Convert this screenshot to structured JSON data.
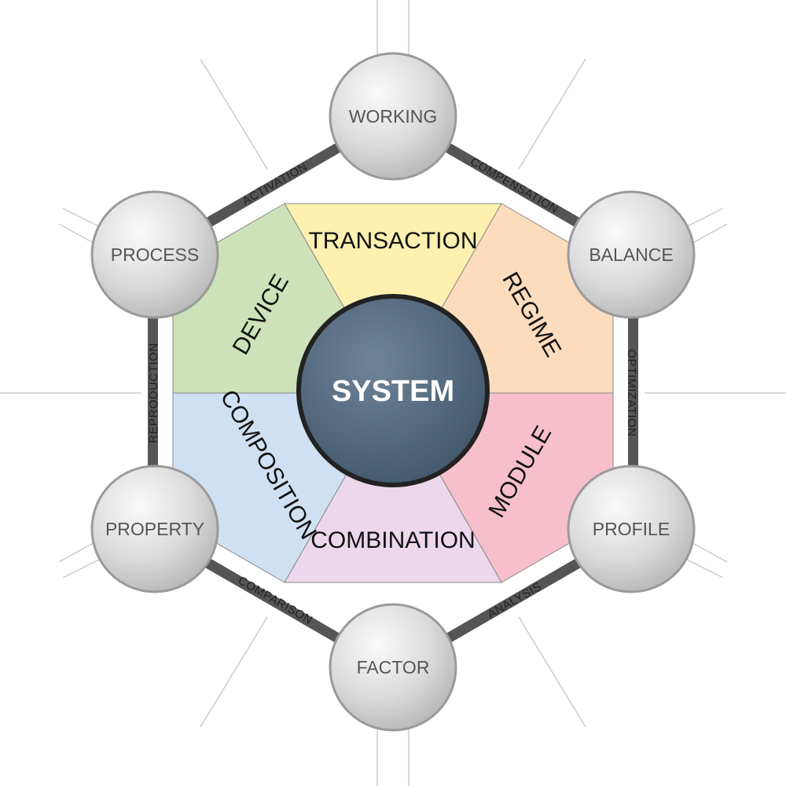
{
  "center": {
    "label": "SYSTEM",
    "color": "#4a5f74"
  },
  "segments": [
    {
      "id": "transaction",
      "label": "TRANSACTION",
      "color": "#fdf0b0"
    },
    {
      "id": "regime",
      "label": "REGIME",
      "color": "#fcdcbc"
    },
    {
      "id": "module",
      "label": "MODULE",
      "color": "#f6bfcb"
    },
    {
      "id": "combination",
      "label": "COMBINATION",
      "color": "#ecd8ea"
    },
    {
      "id": "composition",
      "label": "COMPOSITION",
      "color": "#cfe0f2"
    },
    {
      "id": "device",
      "label": "DEVICE",
      "color": "#cde2b8"
    }
  ],
  "nodes": [
    {
      "id": "working",
      "label": "WORKING"
    },
    {
      "id": "balance",
      "label": "BALANCE"
    },
    {
      "id": "profile",
      "label": "PROFILE"
    },
    {
      "id": "factor",
      "label": "FACTOR"
    },
    {
      "id": "property",
      "label": "PROPERTY"
    },
    {
      "id": "process",
      "label": "PROCESS"
    }
  ],
  "edges": [
    {
      "id": "compensation",
      "label": "COMPENSATION"
    },
    {
      "id": "optimization",
      "label": "OPTIMIZATION"
    },
    {
      "id": "analysis",
      "label": "ANALYSIS"
    },
    {
      "id": "comparison",
      "label": "COMPARISON"
    },
    {
      "id": "reproduction",
      "label": "REPRODUCTION"
    },
    {
      "id": "activation",
      "label": "ACTIVATION"
    }
  ]
}
